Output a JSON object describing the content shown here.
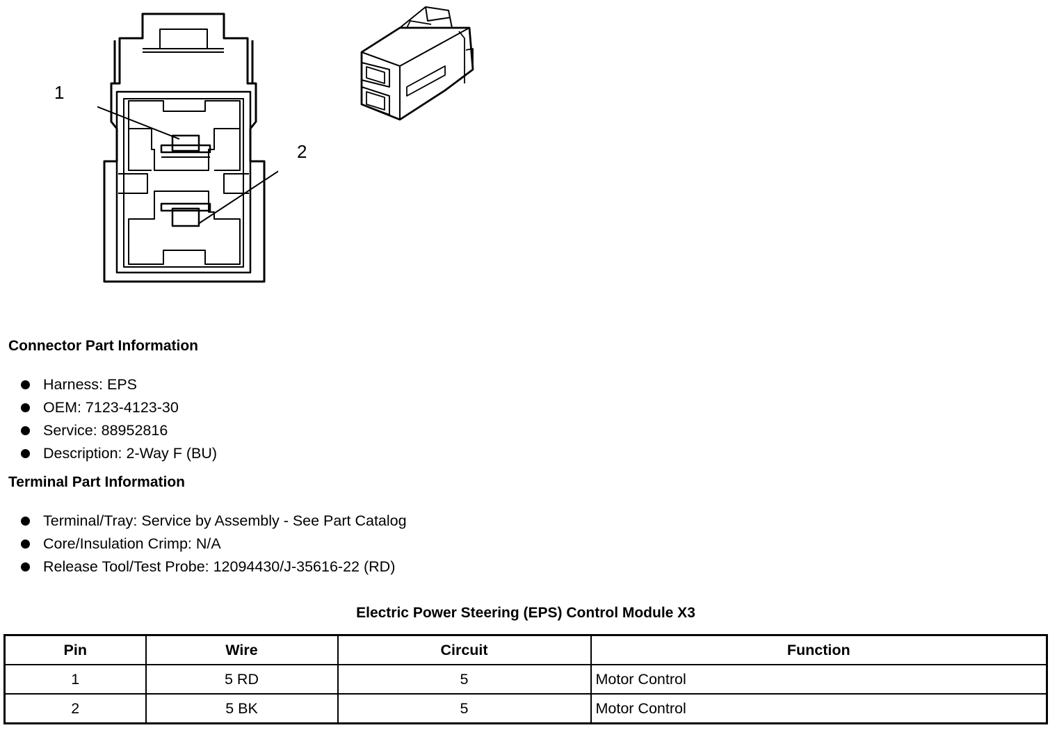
{
  "diagram": {
    "callouts": [
      "1",
      "2"
    ]
  },
  "connector_info": {
    "heading": "Connector Part Information",
    "items": [
      "Harness: EPS",
      "OEM: 7123-4123-30",
      "Service: 88952816",
      "Description: 2-Way F (BU)"
    ]
  },
  "terminal_info": {
    "heading": "Terminal Part Information",
    "items": [
      "Terminal/Tray: Service by Assembly - See Part Catalog",
      "Core/Insulation Crimp: N/A",
      "Release Tool/Test Probe: 12094430/J-35616-22 (RD)"
    ]
  },
  "pin_table": {
    "title": "Electric Power Steering (EPS) Control Module X3",
    "headers": [
      "Pin",
      "Wire",
      "Circuit",
      "Function"
    ],
    "rows": [
      [
        "1",
        "5 RD",
        "5",
        "Motor Control"
      ],
      [
        "2",
        "5 BK",
        "5",
        "Motor Control"
      ]
    ]
  }
}
